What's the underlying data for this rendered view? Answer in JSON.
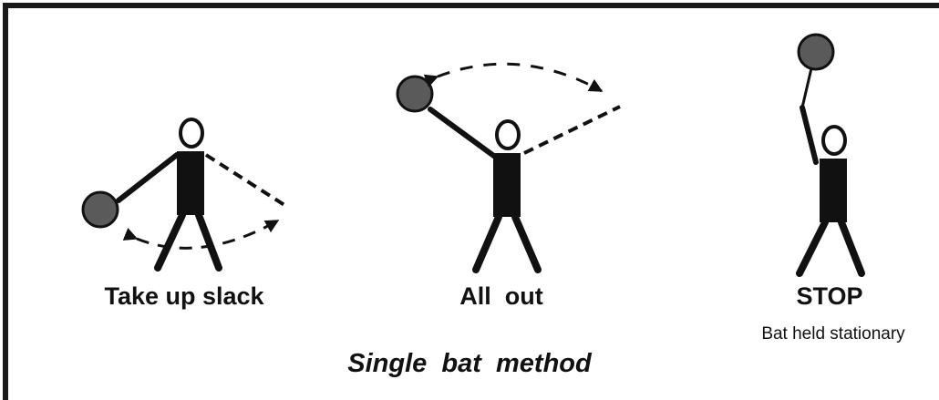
{
  "signals": [
    {
      "id": "take-up-slack",
      "label": "Take up slack",
      "description": ""
    },
    {
      "id": "all-out",
      "label": "All  out",
      "description": ""
    },
    {
      "id": "stop",
      "label": "STOP",
      "description": "Bat held stationary"
    }
  ],
  "caption": "Single  bat  method",
  "colors": {
    "frame": "#1a1a1a",
    "figure": "#111111",
    "bat": "#5a5a5a",
    "background": "#ffffff"
  },
  "icons": {
    "figure": "stick-figure-icon",
    "bat": "bat-paddle-icon",
    "motion": "dashed-arrow-icon"
  }
}
